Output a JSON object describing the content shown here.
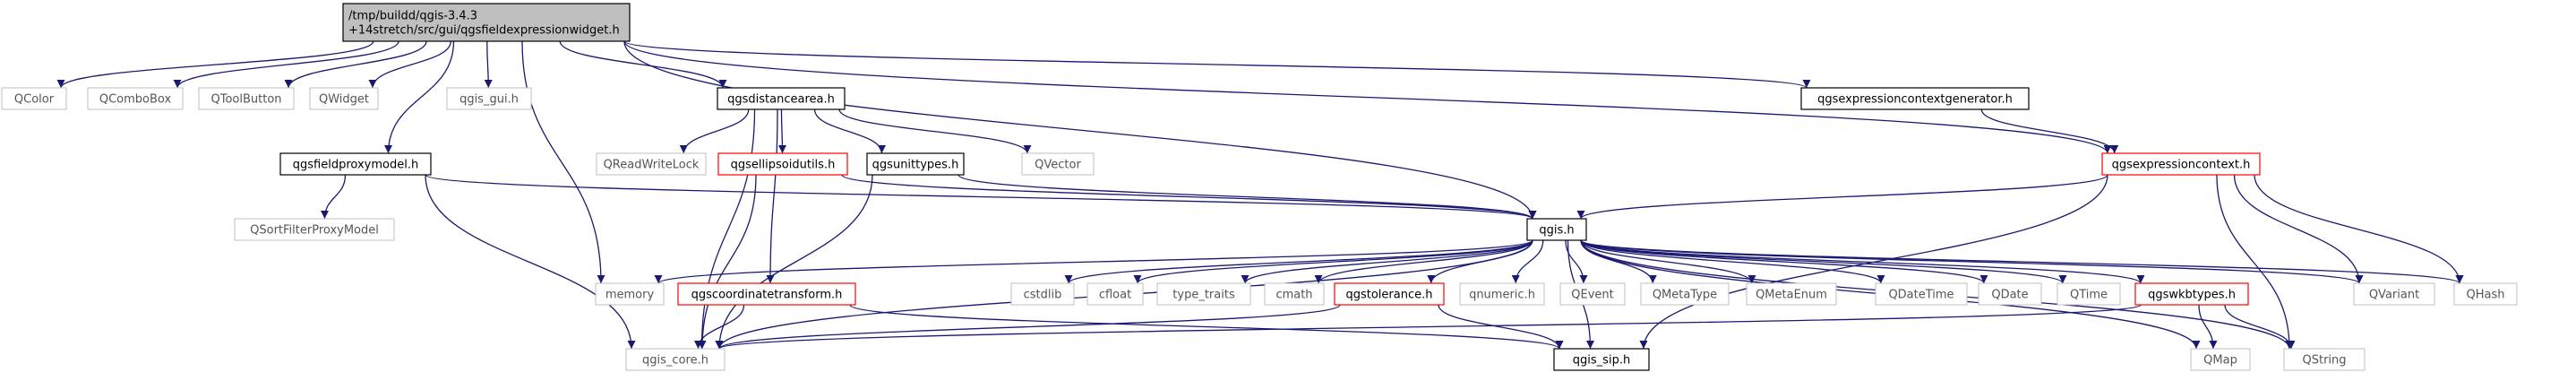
{
  "graph": {
    "colors": {
      "edge": "#191970",
      "node_border_default": "#000000",
      "node_border_external": "#bfbfbf",
      "node_border_incomplete": "#ff0000",
      "node_fill_root": "#bfbfbf",
      "node_fill_default": "#ffffff",
      "text": "#000000"
    },
    "nodes": [
      {
        "id": "root",
        "kind": "root",
        "lines": [
          "/tmp/buildd/qgis-3.4.3",
          "+14stretch/src/gui/qgsfieldexpressionwidget.h"
        ]
      },
      {
        "id": "qcolor",
        "kind": "external",
        "lines": [
          "QColor"
        ]
      },
      {
        "id": "qcombobox",
        "kind": "external",
        "lines": [
          "QComboBox"
        ]
      },
      {
        "id": "qtoolbutton",
        "kind": "external",
        "lines": [
          "QToolButton"
        ]
      },
      {
        "id": "qwidget",
        "kind": "external",
        "lines": [
          "QWidget"
        ]
      },
      {
        "id": "qgis_gui",
        "kind": "external",
        "lines": [
          "qgis_gui.h"
        ]
      },
      {
        "id": "qgsdistancearea",
        "kind": "default",
        "lines": [
          "qgsdistancearea.h"
        ]
      },
      {
        "id": "qgsexprctxgen",
        "kind": "default",
        "lines": [
          "qgsexpressioncontextgenerator.h"
        ]
      },
      {
        "id": "qgsfieldproxymodel",
        "kind": "default",
        "lines": [
          "qgsfieldproxymodel.h"
        ]
      },
      {
        "id": "qreadwritelock",
        "kind": "external",
        "lines": [
          "QReadWriteLock"
        ]
      },
      {
        "id": "qgsellipsoidutils",
        "kind": "incomplete",
        "lines": [
          "qgsellipsoidutils.h"
        ]
      },
      {
        "id": "qgsunittypes",
        "kind": "default",
        "lines": [
          "qgsunittypes.h"
        ]
      },
      {
        "id": "qvector",
        "kind": "external",
        "lines": [
          "QVector"
        ]
      },
      {
        "id": "qgsexpressioncontext",
        "kind": "incomplete",
        "lines": [
          "qgsexpressioncontext.h"
        ]
      },
      {
        "id": "qsortfilterproxymodel",
        "kind": "external",
        "lines": [
          "QSortFilterProxyModel"
        ]
      },
      {
        "id": "qgis",
        "kind": "default",
        "lines": [
          "qgis.h"
        ]
      },
      {
        "id": "memory",
        "kind": "external",
        "lines": [
          "memory"
        ]
      },
      {
        "id": "qgscoordinatetransform",
        "kind": "incomplete",
        "lines": [
          "qgscoordinatetransform.h"
        ]
      },
      {
        "id": "cstdlib",
        "kind": "external",
        "lines": [
          "cstdlib"
        ]
      },
      {
        "id": "cfloat",
        "kind": "external",
        "lines": [
          "cfloat"
        ]
      },
      {
        "id": "type_traits",
        "kind": "external",
        "lines": [
          "type_traits"
        ]
      },
      {
        "id": "cmath",
        "kind": "external",
        "lines": [
          "cmath"
        ]
      },
      {
        "id": "qgstolerance",
        "kind": "incomplete",
        "lines": [
          "qgstolerance.h"
        ]
      },
      {
        "id": "qnumeric",
        "kind": "external",
        "lines": [
          "qnumeric.h"
        ]
      },
      {
        "id": "qevent",
        "kind": "external",
        "lines": [
          "QEvent"
        ]
      },
      {
        "id": "qmetatype",
        "kind": "external",
        "lines": [
          "QMetaType"
        ]
      },
      {
        "id": "qmetaenum",
        "kind": "external",
        "lines": [
          "QMetaEnum"
        ]
      },
      {
        "id": "qdatetime",
        "kind": "external",
        "lines": [
          "QDateTime"
        ]
      },
      {
        "id": "qdate",
        "kind": "external",
        "lines": [
          "QDate"
        ]
      },
      {
        "id": "qtime",
        "kind": "external",
        "lines": [
          "QTime"
        ]
      },
      {
        "id": "qgswkbtypes",
        "kind": "incomplete",
        "lines": [
          "qgswkbtypes.h"
        ]
      },
      {
        "id": "qvariant",
        "kind": "external",
        "lines": [
          "QVariant"
        ]
      },
      {
        "id": "qhash",
        "kind": "external",
        "lines": [
          "QHash"
        ]
      },
      {
        "id": "qgis_core",
        "kind": "external",
        "lines": [
          "qgis_core.h"
        ]
      },
      {
        "id": "qgis_sip",
        "kind": "default",
        "lines": [
          "qgis_sip.h"
        ]
      },
      {
        "id": "qmap",
        "kind": "external",
        "lines": [
          "QMap"
        ]
      },
      {
        "id": "qstring",
        "kind": "external",
        "lines": [
          "QString"
        ]
      }
    ],
    "edges": [
      [
        "root",
        "qcolor"
      ],
      [
        "root",
        "qcombobox"
      ],
      [
        "root",
        "qtoolbutton"
      ],
      [
        "root",
        "qwidget"
      ],
      [
        "root",
        "qgis_gui"
      ],
      [
        "root",
        "qgsdistancearea"
      ],
      [
        "root",
        "qgsexprctxgen"
      ],
      [
        "root",
        "qgsfieldproxymodel"
      ],
      [
        "root",
        "memory"
      ],
      [
        "root",
        "qgis"
      ],
      [
        "root",
        "qgsexpressioncontext"
      ],
      [
        "qgsdistancearea",
        "qreadwritelock"
      ],
      [
        "qgsdistancearea",
        "qgsellipsoidutils"
      ],
      [
        "qgsdistancearea",
        "qgsunittypes"
      ],
      [
        "qgsdistancearea",
        "qvector"
      ],
      [
        "qgsdistancearea",
        "qgscoordinatetransform"
      ],
      [
        "qgsdistancearea",
        "qgis_core"
      ],
      [
        "qgsexprctxgen",
        "qgsexpressioncontext"
      ],
      [
        "qgsfieldproxymodel",
        "qsortfilterproxymodel"
      ],
      [
        "qgsfieldproxymodel",
        "qgis"
      ],
      [
        "qgsfieldproxymodel",
        "qgis_core"
      ],
      [
        "qgsellipsoidutils",
        "qgis"
      ],
      [
        "qgsellipsoidutils",
        "qgis_core"
      ],
      [
        "qgsunittypes",
        "qgis"
      ],
      [
        "qgsunittypes",
        "qgis_core"
      ],
      [
        "qgsexpressioncontext",
        "qgis"
      ],
      [
        "qgsexpressioncontext",
        "qvariant"
      ],
      [
        "qgsexpressioncontext",
        "qhash"
      ],
      [
        "qgsexpressioncontext",
        "qstring"
      ],
      [
        "qgsexpressioncontext",
        "qgis_sip"
      ],
      [
        "qgis",
        "memory"
      ],
      [
        "qgis",
        "cstdlib"
      ],
      [
        "qgis",
        "cfloat"
      ],
      [
        "qgis",
        "type_traits"
      ],
      [
        "qgis",
        "cmath"
      ],
      [
        "qgis",
        "qgstolerance"
      ],
      [
        "qgis",
        "qnumeric"
      ],
      [
        "qgis",
        "qevent"
      ],
      [
        "qgis",
        "qmetatype"
      ],
      [
        "qgis",
        "qmetaenum"
      ],
      [
        "qgis",
        "qdatetime"
      ],
      [
        "qgis",
        "qdate"
      ],
      [
        "qgis",
        "qtime"
      ],
      [
        "qgis",
        "qgswkbtypes"
      ],
      [
        "qgis",
        "qvariant"
      ],
      [
        "qgis",
        "qhash"
      ],
      [
        "qgis",
        "qgis_core"
      ],
      [
        "qgis",
        "qgis_sip"
      ],
      [
        "qgis",
        "qmap"
      ],
      [
        "qgis",
        "qstring"
      ],
      [
        "qgscoordinatetransform",
        "qgis_core"
      ],
      [
        "qgscoordinatetransform",
        "qgis_sip"
      ],
      [
        "qgstolerance",
        "qgis_core"
      ],
      [
        "qgstolerance",
        "qgis_sip"
      ],
      [
        "qgswkbtypes",
        "qgis_core"
      ],
      [
        "qgswkbtypes",
        "qmap"
      ],
      [
        "qgswkbtypes",
        "qstring"
      ]
    ]
  }
}
